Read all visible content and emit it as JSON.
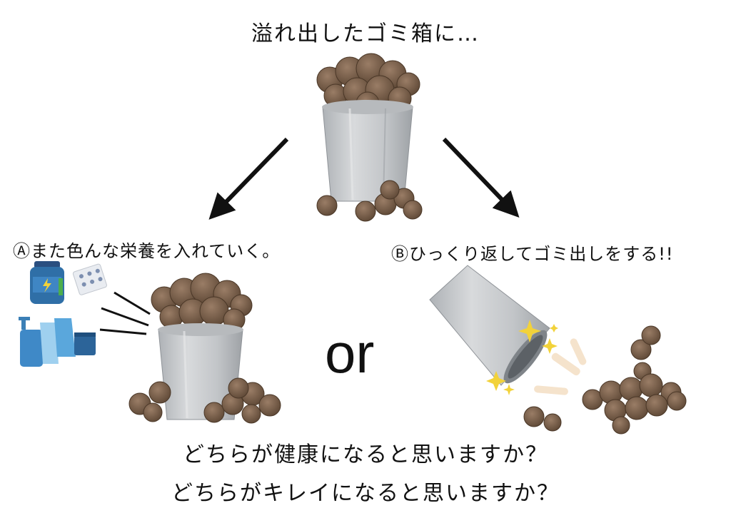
{
  "title": "溢れ出したゴミ箱に…",
  "option_a": "Ⓐまた色んな栄養を入れていく。",
  "option_b": "Ⓑひっくり返してゴミ出しをする!!",
  "or_label": "or",
  "question_health": "どちらが健康になると思いますか？",
  "question_clean": "どちらがキレイになると思いますか？",
  "colors": {
    "bin": "#c4c6c9",
    "bin_dark": "#9a9ea3",
    "trash": "#7a6250",
    "trash_dark": "#55412f",
    "arrow": "#111111",
    "sparkle": "#f2d23a",
    "supplement_bottle": "#2f6fa7",
    "bottles": "#5aa7dc"
  }
}
